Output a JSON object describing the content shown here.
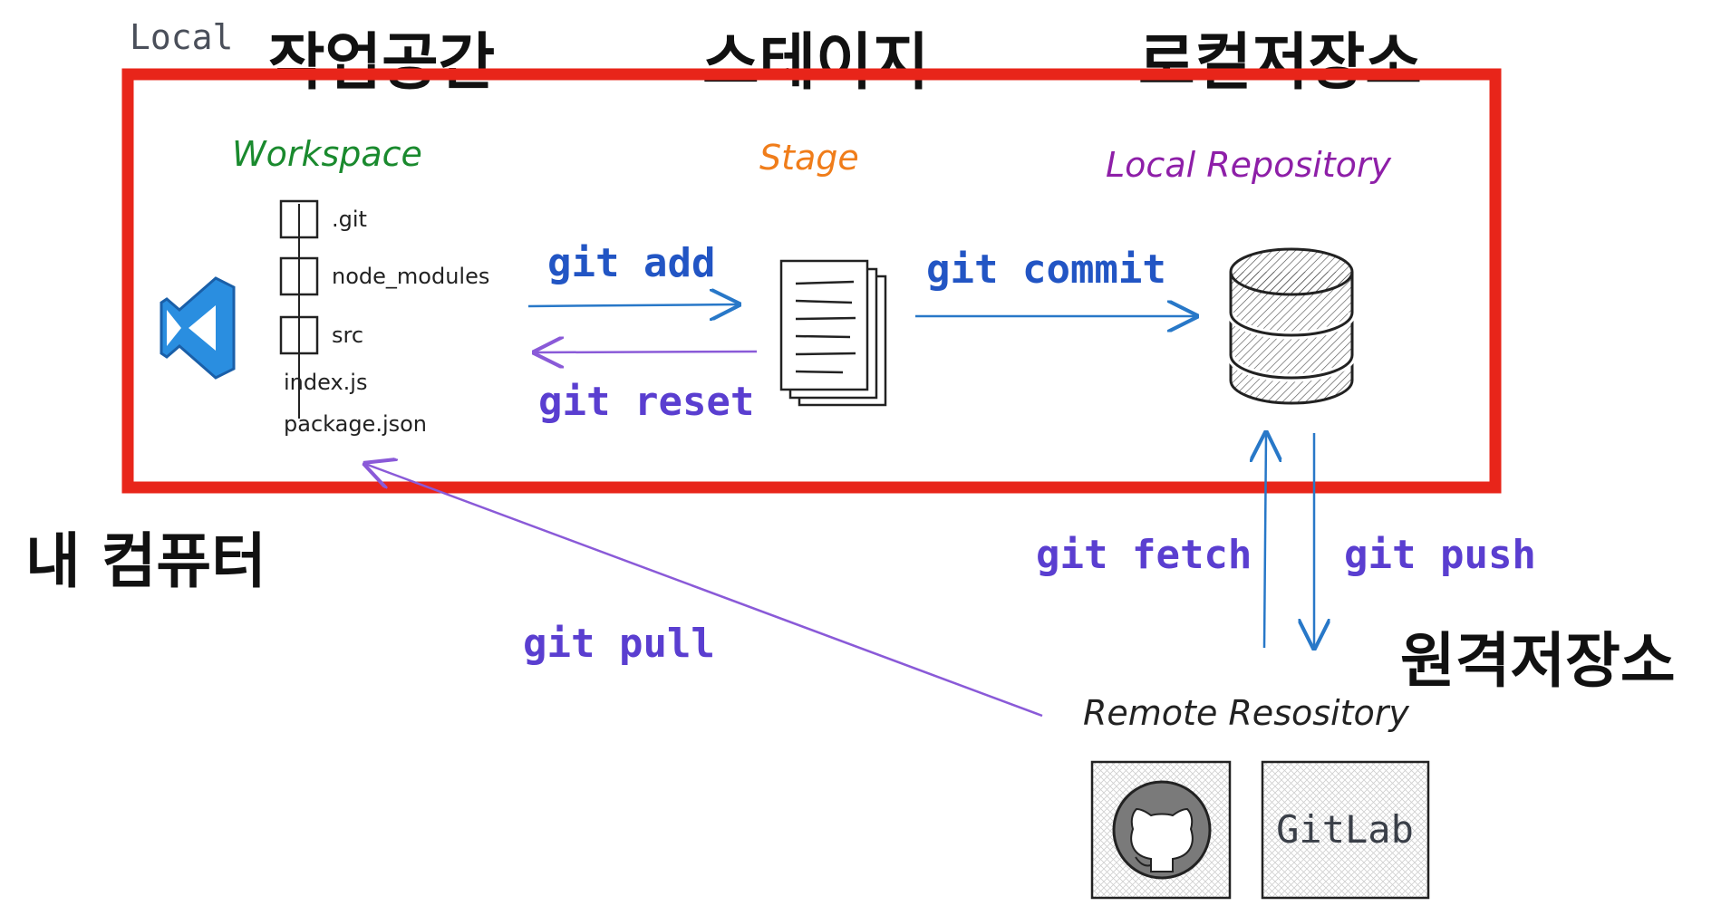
{
  "local_tag": "Local",
  "korean_labels": {
    "workspace": "작업공간",
    "stage": "스테이지",
    "local_repo": "로컬저장소",
    "my_computer": "내 컴퓨터",
    "remote_repo": "원격저장소"
  },
  "sections": {
    "workspace": "Workspace",
    "stage": "Stage",
    "local_repo": "Local Repository",
    "remote_repo": "Remote Resository"
  },
  "file_tree": [
    ".git",
    "node_modules",
    "src",
    "index.js",
    "package.json"
  ],
  "commands": {
    "add": "git add",
    "reset": "git reset",
    "commit": "git commit",
    "fetch": "git fetch",
    "push": "git push",
    "pull": "git pull"
  },
  "remotes": {
    "github_icon": "github-octocat-icon",
    "gitlab_label": "GitLab"
  },
  "colors": {
    "highlight_box": "#e8251a",
    "workspace": "#1a8a2e",
    "stage": "#f07d1a",
    "local_repo": "#8e1fa8",
    "blue_cmd": "#2255c4",
    "purple_cmd": "#5a3ed0",
    "blue_arrow": "#2878c8",
    "purple_arrow": "#8a5ad8",
    "vscode": "#2a8ee0"
  }
}
